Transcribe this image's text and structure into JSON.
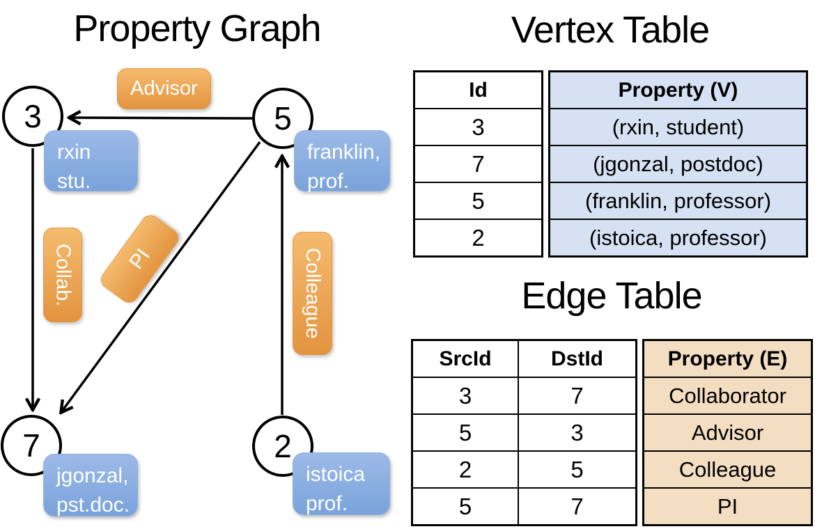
{
  "titles": {
    "graph": "Property Graph",
    "vertex_table": "Vertex Table",
    "edge_table": "Edge Table"
  },
  "colors": {
    "edge_label_orange": "#eda44e",
    "vertex_label_blue": "#84aadd",
    "vertex_property_fill": "#d6e2f3",
    "edge_property_fill": "#f4dec2",
    "line": "#000000"
  },
  "graph": {
    "nodes": [
      {
        "id": "3",
        "property_line1": "rxin",
        "property_line2": "stu."
      },
      {
        "id": "5",
        "property_line1": "franklin,",
        "property_line2": "prof."
      },
      {
        "id": "7",
        "property_line1": "jgonzal,",
        "property_line2": "pst.doc."
      },
      {
        "id": "2",
        "property_line1": "istoica",
        "property_line2": "prof."
      }
    ],
    "edge_labels": {
      "advisor": "Advisor",
      "collab": "Collab.",
      "pi": "PI",
      "colleague": "Colleague"
    }
  },
  "vertex_table": {
    "headers": {
      "id": "Id",
      "property": "Property (V)"
    },
    "rows": [
      {
        "id": "3",
        "property": "(rxin, student)"
      },
      {
        "id": "7",
        "property": "(jgonzal, postdoc)"
      },
      {
        "id": "5",
        "property": "(franklin, professor)"
      },
      {
        "id": "2",
        "property": "(istoica, professor)"
      }
    ]
  },
  "edge_table": {
    "headers": {
      "src": "SrcId",
      "dst": "DstId",
      "property": "Property (E)"
    },
    "rows": [
      {
        "src": "3",
        "dst": "7",
        "property": "Collaborator"
      },
      {
        "src": "5",
        "dst": "3",
        "property": "Advisor"
      },
      {
        "src": "2",
        "dst": "5",
        "property": "Colleague"
      },
      {
        "src": "5",
        "dst": "7",
        "property": "PI"
      }
    ]
  }
}
